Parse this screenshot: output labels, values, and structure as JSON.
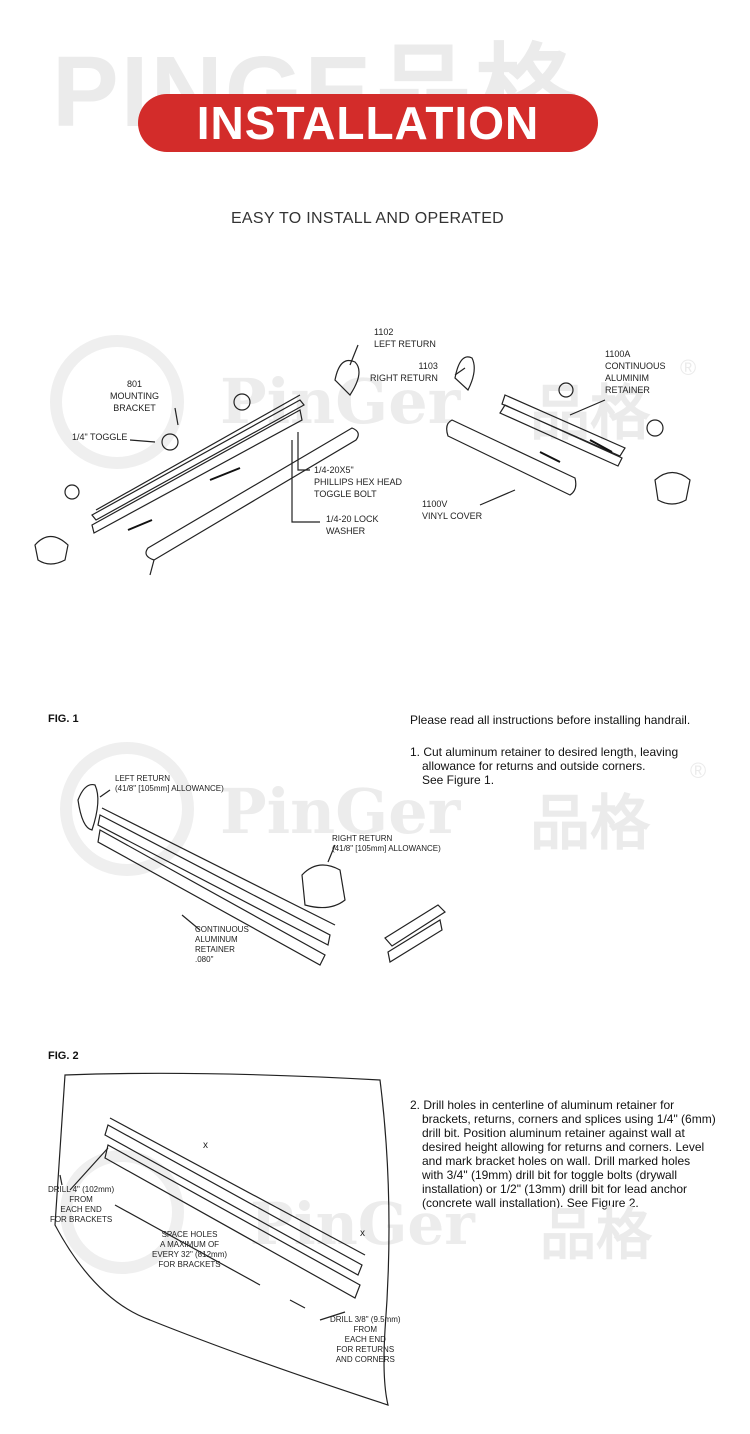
{
  "header": {
    "watermark": "PINGE品格",
    "banner_title": "INSTALLATION",
    "subtitle": "EASY TO INSTALL  AND OPERATED"
  },
  "watermarks": {
    "brand": "PinGer",
    "chinese": "品格",
    "registered": "®"
  },
  "exploded_view": {
    "labels": {
      "left_return": [
        "1102",
        "LEFT RETURN"
      ],
      "right_return": [
        "1103",
        "RIGHT RETURN"
      ],
      "retainer": [
        "1100A",
        "CONTINUOUS",
        "ALUMINIM",
        "RETAINER"
      ],
      "mounting_bracket": [
        "801",
        "MOUNTING",
        "BRACKET"
      ],
      "toggle": "1/4\" TOGGLE",
      "hex_head": [
        "1/4-20X5\"",
        "PHILLIPS HEX HEAD",
        "TOGGLE BOLT"
      ],
      "lock_washer": [
        "1/4-20 LOCK",
        "WASHER"
      ],
      "vinyl_cover": [
        "1100V",
        "VINYL COVER"
      ]
    }
  },
  "fig1": {
    "title": "FIG. 1",
    "intro": "Please read all instructions before installing handrail.",
    "step": [
      "1. Cut aluminum retainer to desired length, leaving",
      "allowance for returns and outside corners.",
      "See Figure 1."
    ],
    "labels": {
      "left_return": [
        "LEFT RETURN",
        "(41/8\" [105mm] ALLOWANCE)"
      ],
      "right_return": [
        "RIGHT RETURN",
        "(41/8\" [105mm] ALLOWANCE)"
      ],
      "retainer": [
        "CONTINUOUS",
        "ALUMINUM",
        "RETAINER",
        ".080\""
      ]
    }
  },
  "fig2": {
    "title": "FIG. 2",
    "step": [
      "2. Drill holes in centerline of aluminum retainer for",
      "brackets, returns, corners and splices using 1/4\" (6mm)",
      "drill bit. Position aluminum retainer against wall at",
      "desired height allowing for returns and corners. Level",
      "and mark bracket holes on wall. Drill marked holes",
      "with 3/4\" (19mm) drill bit for toggle bolts (drywall",
      "installation) or 1/2\" (13mm) drill bit for lead anchor",
      "(concrete wall installation). See Figure 2."
    ],
    "labels": {
      "drill_4": [
        "DRILL 4\" (102mm)",
        "FROM",
        "EACH END",
        "FOR BRACKETS"
      ],
      "space": [
        "SPACE HOLES",
        "A MAXIMUM OF",
        "EVERY 32\" (812mm)",
        "FOR BRACKETS"
      ],
      "drill_38": [
        "DRILL 3/8\"  (9.5mm)",
        "FROM",
        "EACH END",
        "FOR RETURNS",
        "AND CORNERS"
      ],
      "mark": "x"
    }
  }
}
